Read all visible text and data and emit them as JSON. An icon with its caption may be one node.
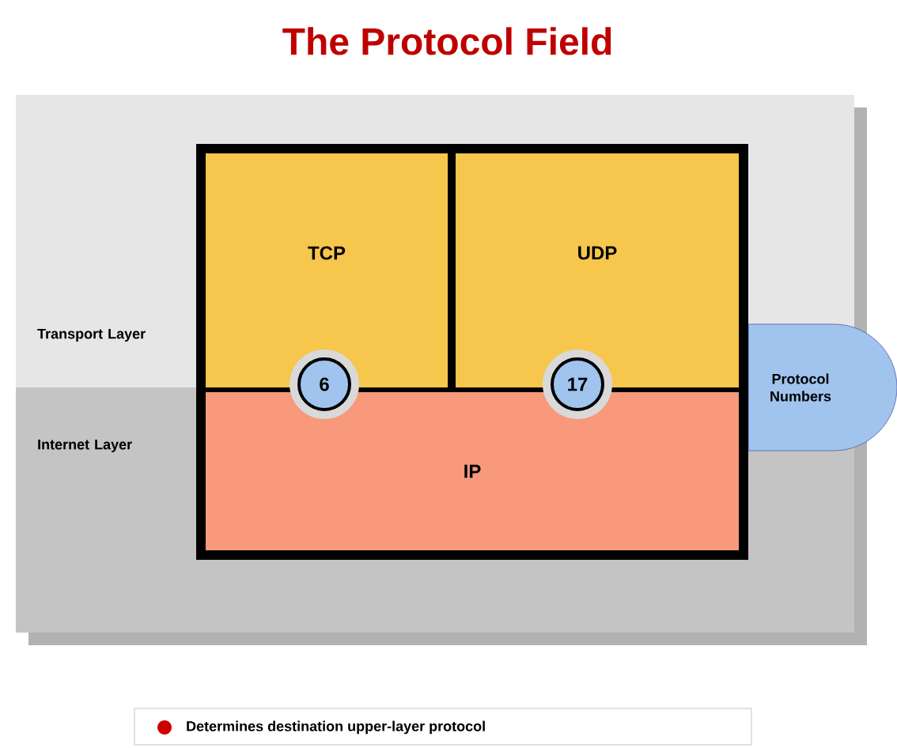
{
  "diagram": {
    "title": "The Protocol Field",
    "nodes": [
      {
        "text": [
          "Transport Layer"
        ]
      },
      {
        "text": [
          "Internet Layer"
        ]
      },
      {
        "text": [
          "TCP"
        ],
        "in": 0
      },
      {
        "text": [
          "UDP"
        ],
        "in": 0
      },
      {
        "text": [
          "IP"
        ],
        "in": 1
      },
      {
        "text": [
          "6"
        ]
      },
      {
        "text": [
          "17"
        ]
      },
      {
        "text": [
          "Protocol Numbers"
        ]
      }
    ],
    "labels": [
      "Determines destination upper-layer protocol"
    ]
  }
}
